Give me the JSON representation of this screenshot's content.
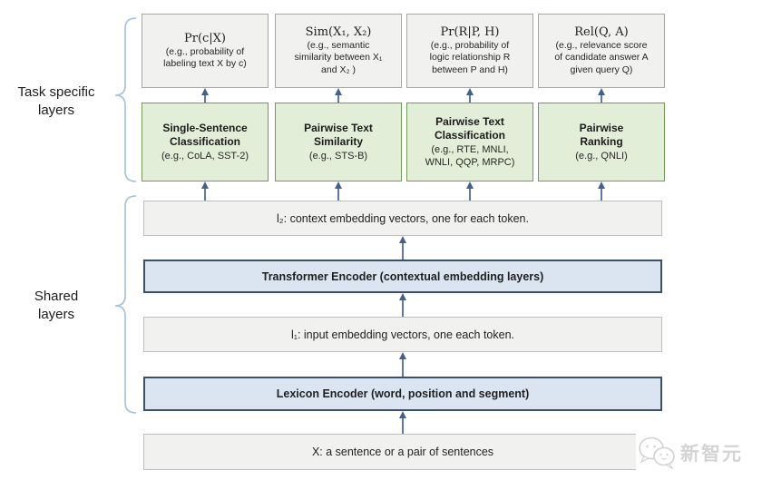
{
  "labels": {
    "task_specific": "Task specific\nlayers",
    "shared": "Shared\nlayers"
  },
  "task_outputs": [
    {
      "formula": "Pr(c|X)",
      "desc": "(e.g., probability of\nlabeling text X by c)"
    },
    {
      "formula": "Sim(X₁, X₂)",
      "desc": "(e.g., semantic\nsimilarity between X₁\nand X₂ )"
    },
    {
      "formula": "Pr(R|P, H)",
      "desc": "(e.g., probability of\nlogic relationship R\nbetween P and H)"
    },
    {
      "formula": "Rel(Q, A)",
      "desc": "(e.g., relevance score\nof candidate answer A\ngiven query Q)"
    }
  ],
  "task_layers": [
    {
      "title": "Single-Sentence\nClassification",
      "example": "(e.g., CoLA, SST-2)"
    },
    {
      "title": "Pairwise Text\nSimilarity",
      "example": "(e.g., STS-B)"
    },
    {
      "title": "Pairwise Text\nClassification",
      "example": "(e.g., RTE, MNLI,\nWNLI, QQP, MRPC)"
    },
    {
      "title": "Pairwise\nRanking",
      "example": "(e.g., QNLI)"
    }
  ],
  "shared_layers": {
    "l2": "l₂: context embedding vectors, one for each token.",
    "transformer": "Transformer Encoder (contextual embedding layers)",
    "l1": "l₁: input embedding vectors, one each token.",
    "lexicon": "Lexicon Encoder (word, position and segment)",
    "input": "X: a sentence or a pair of sentences"
  },
  "watermark": {
    "text": "新智元"
  },
  "colors": {
    "task_box_fill": "#e3eed9",
    "task_box_border": "#6f9c53",
    "encoder_fill": "#dbe5f2",
    "encoder_border": "#3c5067",
    "output_fill": "#f1f1f0",
    "arrow": "#44618c",
    "brace": "#9fc0de"
  }
}
